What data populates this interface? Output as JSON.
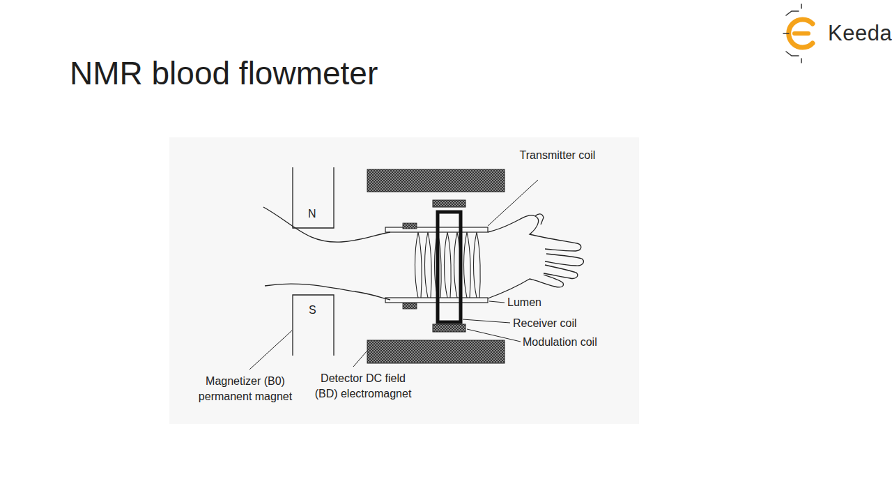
{
  "diagram": {
    "title": "NMR blood flowmeter",
    "labels": [
      "Keeda",
      "N",
      "S",
      "Transmitter coil",
      "Lumen",
      "Receiver coil",
      "Modulation coil",
      "Magnetizer (B0) permanent magnet",
      "Detector DC field (BD) electromagnet"
    ]
  }
}
